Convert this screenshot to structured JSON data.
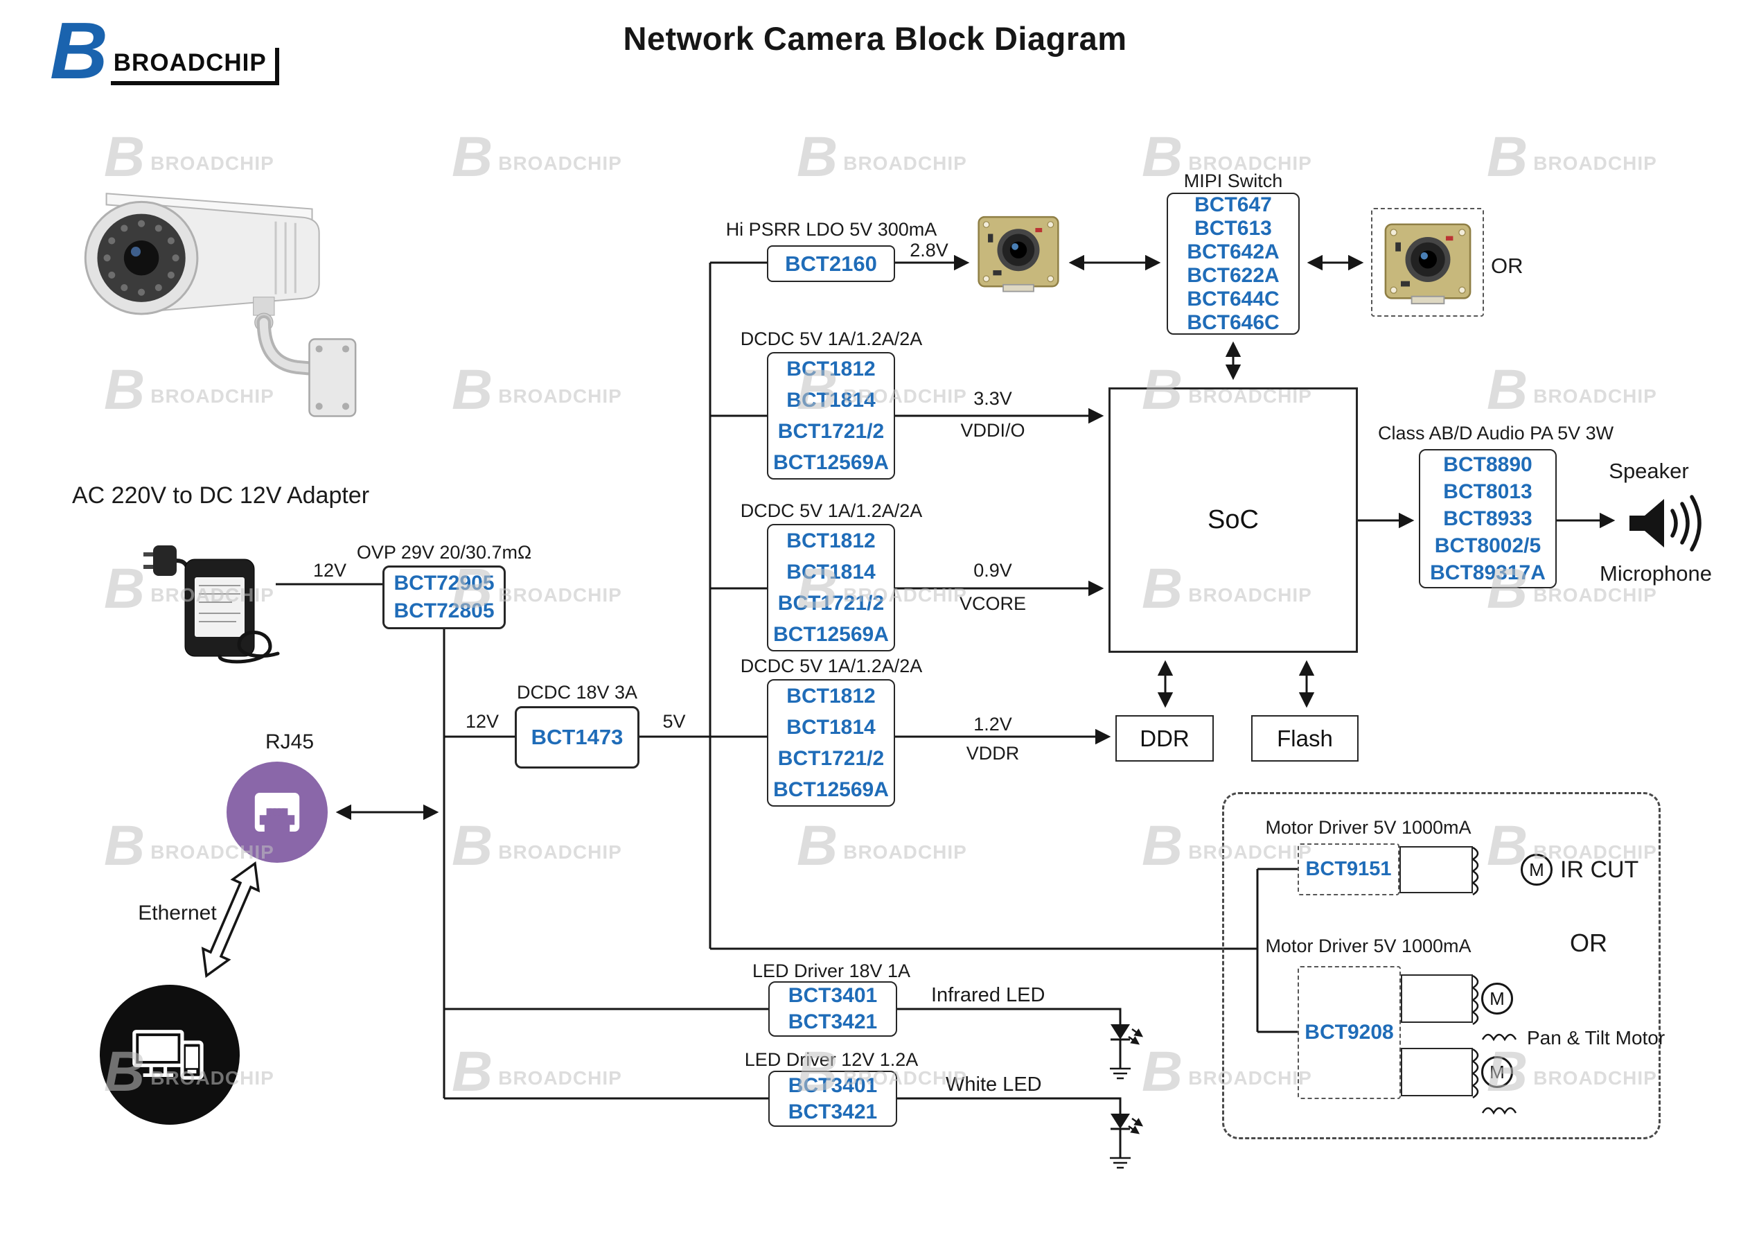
{
  "title": "Network Camera Block Diagram",
  "brand": "BROADCHIP",
  "logo_letter": "B",
  "colors": {
    "chip_blue": "#1f6cb8",
    "logo_blue": "#1a63ae",
    "line_black": "#161616",
    "rj45_purple": "#8a67a9",
    "watermark_gray": "#c2c2c2"
  },
  "adapter": {
    "label": "AC 220V to DC 12V Adapter"
  },
  "rails": {
    "v12_in": "12V",
    "v12_dcdc": "12V",
    "v5": "5V",
    "v2_8": "2.8V",
    "v3_3": "3.3V",
    "vddio": "VDDI/O",
    "v0_9": "0.9V",
    "vcore": "VCORE",
    "v1_2": "1.2V",
    "vddr": "VDDR"
  },
  "ovp": {
    "title": "OVP 29V 20/30.7mΩ",
    "chips": [
      "BCT72905",
      "BCT72805"
    ]
  },
  "dcdc18": {
    "title": "DCDC 18V 3A",
    "chip": "BCT1473"
  },
  "ldo": {
    "title": "Hi PSRR LDO 5V 300mA",
    "chip": "BCT2160"
  },
  "mipi": {
    "title": "MIPI Switch",
    "chips": [
      "BCT647",
      "BCT613",
      "BCT642A",
      "BCT622A",
      "BCT644C",
      "BCT646C"
    ],
    "or_label": "OR"
  },
  "dcdc5": {
    "title": "DCDC 5V 1A/1.2A/2A",
    "chips": [
      "BCT1812",
      "BCT1814",
      "BCT1721/2",
      "BCT12569A"
    ]
  },
  "soc": {
    "label": "SoC"
  },
  "memory": {
    "ddr": "DDR",
    "flash": "Flash"
  },
  "audio": {
    "title": "Class AB/D Audio PA 5V 3W",
    "chips": [
      "BCT8890",
      "BCT8013",
      "BCT8933",
      "BCT8002/5",
      "BCT89317A"
    ],
    "speaker": "Speaker",
    "microphone": "Microphone"
  },
  "network": {
    "rj45": "RJ45",
    "ethernet": "Ethernet"
  },
  "motor": {
    "driver1_title": "Motor Driver 5V 1000mA",
    "chip1": "BCT9151",
    "ircut": "IR CUT",
    "driver2_title": "Motor Driver 5V 1000mA",
    "chip2": "BCT9208",
    "pan_tilt": "Pan & Tilt Motor",
    "or_label": "OR",
    "motor_letter": "M"
  },
  "led": {
    "driver1_title": "LED Driver 18V 1A",
    "driver1_chips": [
      "BCT3401",
      "BCT3421"
    ],
    "label1": "Infrared LED",
    "driver2_title": "LED Driver 12V 1.2A",
    "driver2_chips": [
      "BCT3401",
      "BCT3421"
    ],
    "label2": "White LED"
  }
}
